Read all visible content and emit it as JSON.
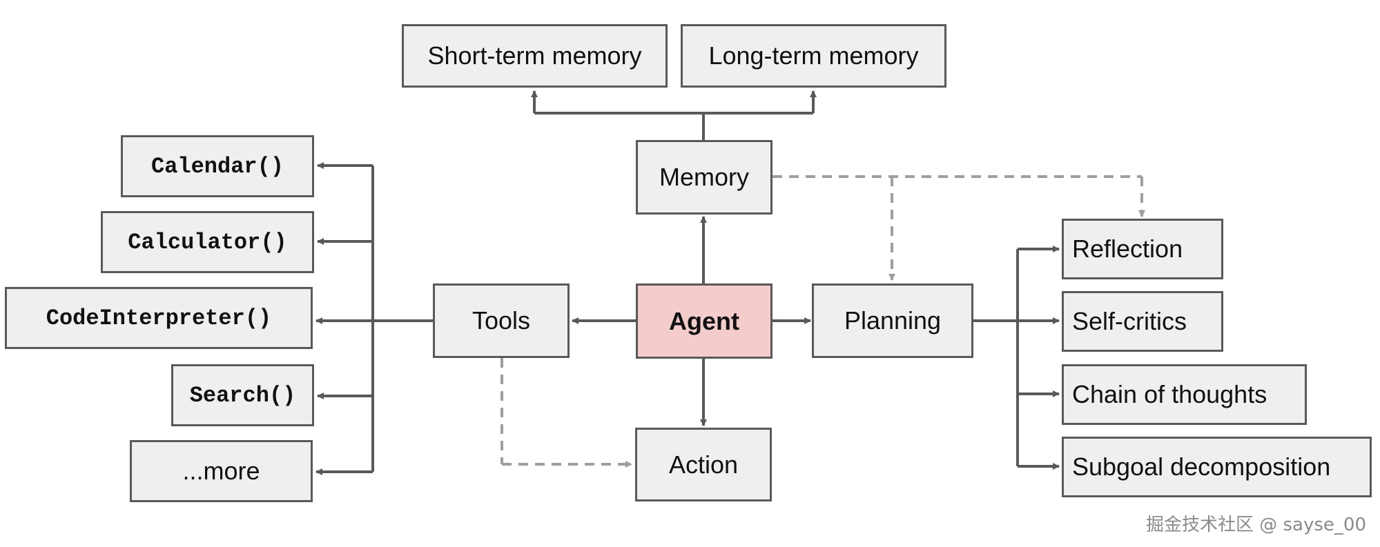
{
  "colors": {
    "box_fill": "#efefef",
    "box_border": "#595959",
    "agent_fill": "#f4cccc",
    "solid_line": "#595959",
    "dashed_line": "#9e9e9e"
  },
  "nodes": {
    "short_term_memory": "Short-term memory",
    "long_term_memory": "Long-term memory",
    "memory": "Memory",
    "calendar": "Calendar()",
    "calculator": "Calculator()",
    "code_interpreter": "CodeInterpreter()",
    "search": "Search()",
    "more": "...more",
    "tools": "Tools",
    "agent": "Agent",
    "planning": "Planning",
    "action": "Action",
    "reflection": "Reflection",
    "self_critics": "Self-critics",
    "chain_of_thoughts": "Chain of thoughts",
    "subgoal_decomposition": "Subgoal decomposition"
  },
  "edges": [
    {
      "from": "agent",
      "to": "memory",
      "style": "solid"
    },
    {
      "from": "memory",
      "to": "short_term_memory",
      "style": "solid"
    },
    {
      "from": "memory",
      "to": "long_term_memory",
      "style": "solid"
    },
    {
      "from": "agent",
      "to": "tools",
      "style": "solid"
    },
    {
      "from": "agent",
      "to": "planning",
      "style": "solid"
    },
    {
      "from": "agent",
      "to": "action",
      "style": "solid"
    },
    {
      "from": "tools",
      "to": "calendar",
      "style": "solid"
    },
    {
      "from": "tools",
      "to": "calculator",
      "style": "solid"
    },
    {
      "from": "tools",
      "to": "code_interpreter",
      "style": "solid"
    },
    {
      "from": "tools",
      "to": "search",
      "style": "solid"
    },
    {
      "from": "tools",
      "to": "more",
      "style": "solid"
    },
    {
      "from": "planning",
      "to": "reflection",
      "style": "solid"
    },
    {
      "from": "planning",
      "to": "self_critics",
      "style": "solid"
    },
    {
      "from": "planning",
      "to": "chain_of_thoughts",
      "style": "solid"
    },
    {
      "from": "planning",
      "to": "subgoal_decomposition",
      "style": "solid"
    },
    {
      "from": "memory",
      "to": "planning",
      "style": "dashed"
    },
    {
      "from": "memory",
      "to": "reflection",
      "style": "dashed"
    },
    {
      "from": "tools",
      "to": "action",
      "style": "dashed"
    }
  ],
  "watermark": "掘金技术社区 @ sayse_00"
}
